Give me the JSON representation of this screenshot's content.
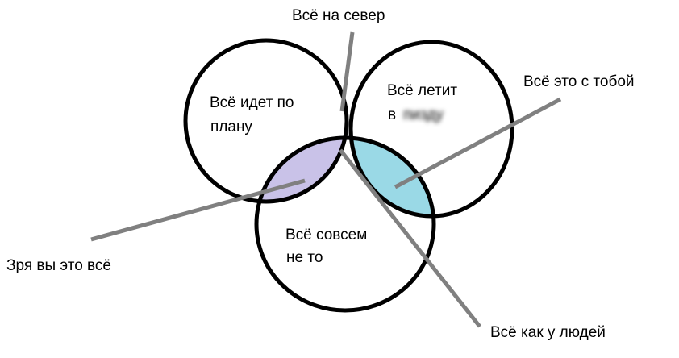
{
  "diagram": {
    "circles": {
      "left": "Всё идет по плану",
      "right": "Всё летит в пизду",
      "bottom": "Всё совсем не то"
    },
    "labels": {
      "left_line1": "Всё идет по",
      "left_line2": "плану",
      "right_line1": "Всё летит",
      "right_line2_prefix": "в",
      "right_line2_blurred": "пизду",
      "bottom_line1": "Всё совсем",
      "bottom_line2": "не то"
    },
    "callouts": {
      "top": "Всё на север",
      "right": "Всё это с тобой",
      "left": "Зря вы это всё",
      "bottom": "Всё как у людей"
    },
    "colors": {
      "left_right_overlap": "#f0a7c0",
      "left_bottom_overlap": "#c9c2e8",
      "right_bottom_overlap": "#9ad9e6",
      "center_overlap": "#efe3b3",
      "pointer_line": "#808080"
    }
  }
}
